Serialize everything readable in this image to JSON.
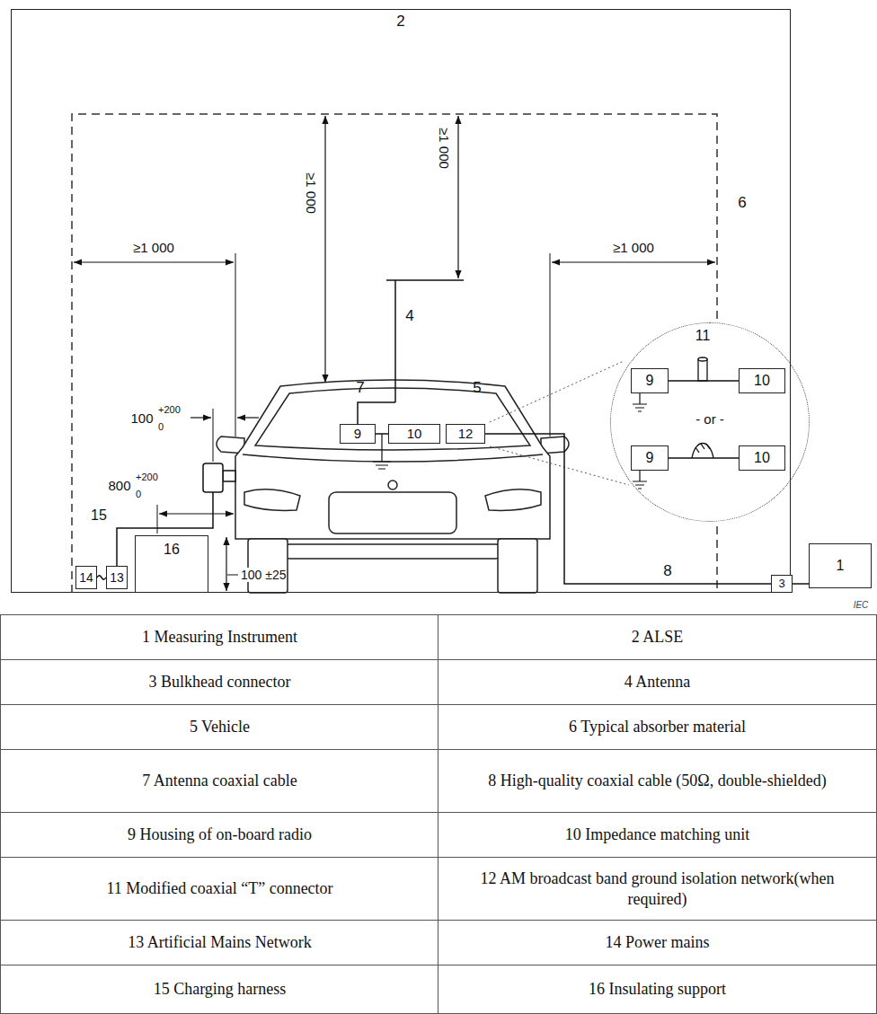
{
  "diagram": {
    "nodes": [
      {
        "text": [
          "2"
        ]
      },
      {
        "text": [
          "9"
        ],
        "in": 0
      },
      {
        "text": [
          "10"
        ],
        "in": 0
      },
      {
        "text": [
          "12"
        ],
        "in": 0
      },
      {
        "text": [
          "11",
          "- or -"
        ]
      },
      {
        "text": [
          "9"
        ],
        "in": 4
      },
      {
        "text": [
          "10"
        ],
        "in": 4
      },
      {
        "text": [
          "9"
        ],
        "in": 4
      },
      {
        "text": [
          "10"
        ],
        "in": 4
      },
      {
        "text": [
          "14"
        ],
        "in": 0
      },
      {
        "text": [
          "13"
        ],
        "in": 0
      },
      {
        "text": [
          "16"
        ],
        "in": 0
      },
      {
        "text": [
          "3"
        ]
      },
      {
        "text": [
          "1"
        ]
      }
    ],
    "edges": [
      {
        "from": 1,
        "to": 2,
        "arrow": "none"
      },
      {
        "from": 5,
        "to": 6,
        "arrow": "none"
      },
      {
        "from": 7,
        "to": 8,
        "arrow": "none"
      },
      {
        "from": 3,
        "to": 12,
        "arrow": "none",
        "label": "8"
      },
      {
        "from": 9,
        "to": 10,
        "arrow": "none"
      },
      {
        "from": 12,
        "to": 13,
        "arrow": "none"
      }
    ],
    "labels": [
      "≥1 000",
      "≥1 000",
      "≥1 000",
      "≥1 000",
      "6",
      "4",
      "7",
      "5",
      "100",
      "+200",
      "0",
      "800",
      "+200",
      "0",
      "15",
      "100 ±25",
      "IEC",
      "1 Measuring Instrument",
      "2 ALSE",
      "3 Bulkhead connector",
      "4 Antenna",
      "5 Vehicle",
      "6 Typical absorber material",
      "7 Antenna coaxial cable",
      "8 High-quality coaxial cable (50Ω, double-shielded)",
      "9 Housing of on-board radio",
      "10 Impedance matching unit",
      "11 Modified coaxial “T” connector",
      "12 AM broadcast band ground isolation network(when required)",
      "13 Artificial Mains Network",
      "14 Power mains",
      "15 Charging harness",
      "16 Insulating support"
    ]
  }
}
